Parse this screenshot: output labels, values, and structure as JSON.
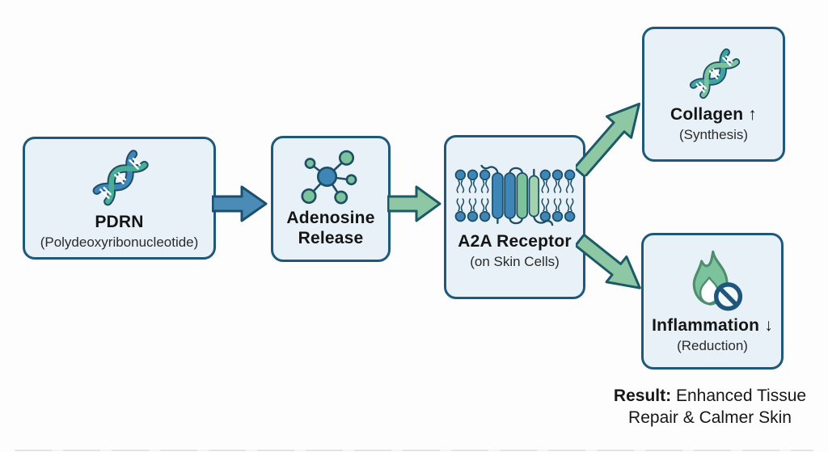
{
  "colors": {
    "background": "#fdfdfd",
    "box_fill": "#e8f1f7",
    "box_border": "#1e597a",
    "arrow_blue_fill": "#4a8cb5",
    "arrow_blue_stroke": "#1c4e70",
    "arrow_green_fill": "#8ec7a3",
    "arrow_green_stroke": "#1d5a68",
    "icon_blue": "#3e86b8",
    "icon_green": "#7cc29c",
    "icon_green_teal": "#4aae94",
    "icon_teal": "#3fa3a0",
    "icon_green_light": "#a3d2af",
    "icon_dark": "#1d4e66",
    "flame_stroke": "#4e8e6c",
    "text": "#151515"
  },
  "nodes": {
    "pdrn": {
      "title": "PDRN",
      "subtitle": "(Polydeoxyribonucleotide)",
      "icon": "dna-icon"
    },
    "adenosine": {
      "title": "Adenosine Release",
      "icon": "molecule-icon"
    },
    "receptor": {
      "title": "A2A Receptor",
      "subtitle": "(on Skin Cells)",
      "icon": "membrane-receptor-icon"
    },
    "collagen": {
      "title": "Collagen ↑",
      "subtitle": "(Synthesis)",
      "icon": "dna-icon"
    },
    "inflammation": {
      "title": "Inflammation ↓",
      "subtitle": "(Reduction)",
      "icon": "flame-prohibition-icon"
    }
  },
  "connections": [
    {
      "from": "pdrn",
      "to": "adenosine",
      "style": "blue-arrow"
    },
    {
      "from": "adenosine",
      "to": "receptor",
      "style": "green-arrow"
    },
    {
      "from": "receptor",
      "to": "collagen",
      "style": "green-arrow-diagonal-up"
    },
    {
      "from": "receptor",
      "to": "inflammation",
      "style": "green-arrow-diagonal-down"
    }
  ],
  "result": {
    "label": "Result:",
    "text": "Enhanced Tissue Repair & Calmer Skin"
  }
}
